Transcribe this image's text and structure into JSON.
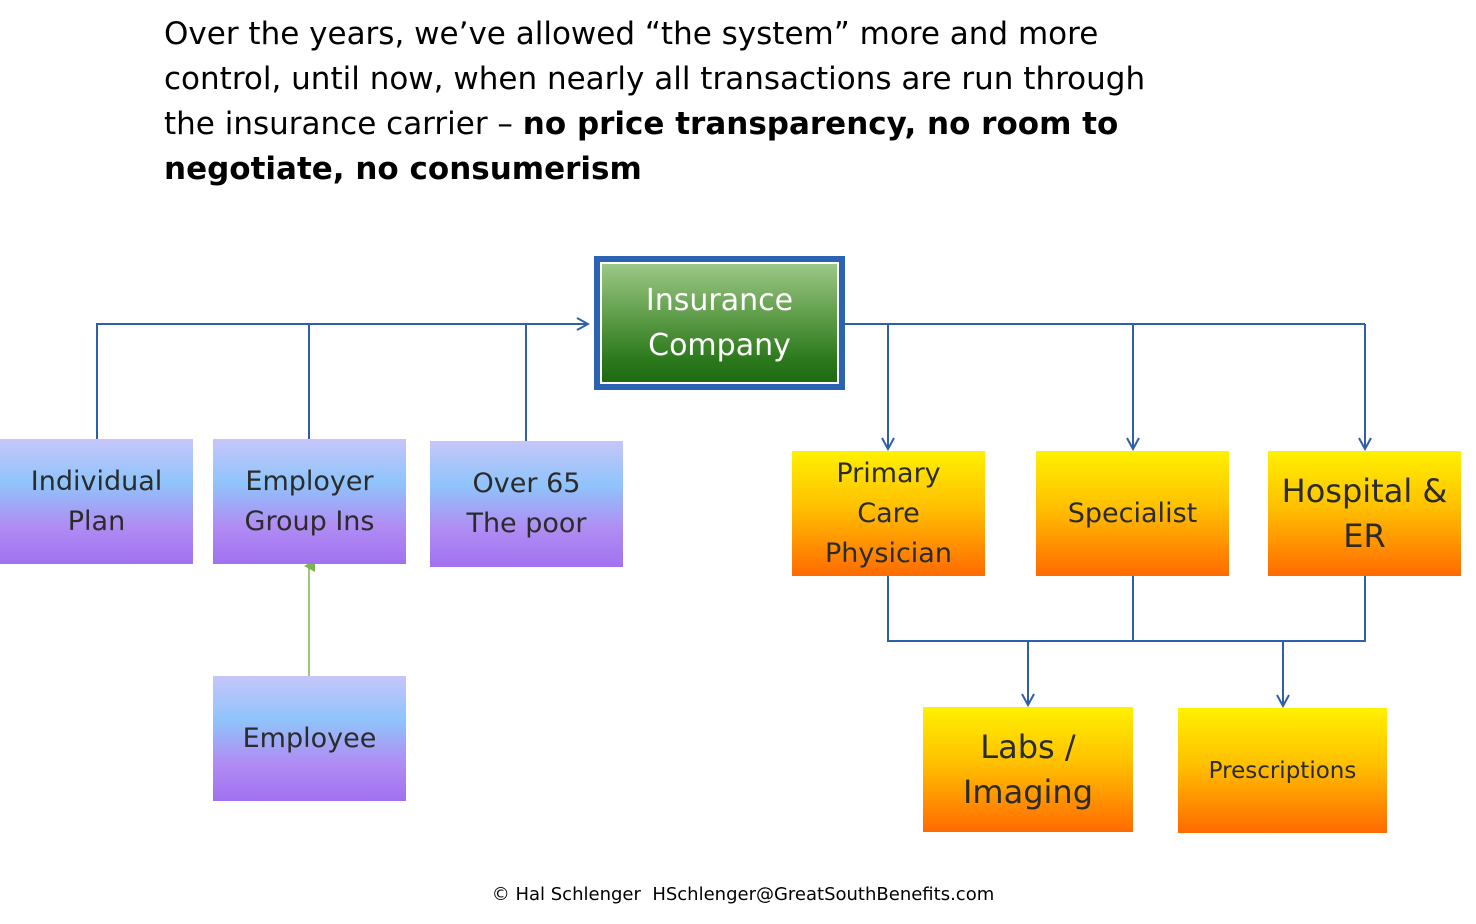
{
  "heading": {
    "normal_text": "Over the years, we’ve allowed “the system” more and more control, until now, when nearly all transactions are run through the insurance carrier – ",
    "bold_text": "no price transparency, no room to negotiate, no consumerism"
  },
  "nodes": {
    "insurance_company": {
      "line1": "Insurance",
      "line2": "Company"
    },
    "individual_plan": {
      "line1": "Individual",
      "line2": "Plan"
    },
    "employer_group": {
      "line1": "Employer",
      "line2": "Group Ins"
    },
    "over65": {
      "line1": "Over 65",
      "line2": "The poor"
    },
    "employee": {
      "line1": "Employee"
    },
    "primary_care": {
      "line1": "Primary",
      "line2": "Care",
      "line3": "Physician"
    },
    "specialist": {
      "line1": "Specialist"
    },
    "hospital": {
      "line1": "Hospital &",
      "line2": "ER"
    },
    "labs": {
      "line1": "Labs /",
      "line2": "Imaging"
    },
    "prescriptions": {
      "line1": "Prescriptions"
    }
  },
  "footer": {
    "text": "© Hal Schlenger  HSchlenger@GreatSouthBenefits.com"
  },
  "colors": {
    "connector": "#2e5fa8",
    "employee_arrow": "#7ab648",
    "insurer_border": "#2b62b2",
    "insurer_fill": "#2d7a1d"
  }
}
